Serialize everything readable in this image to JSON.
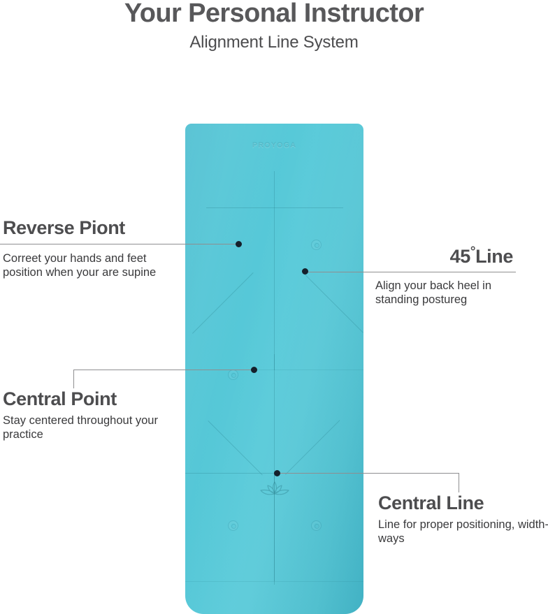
{
  "header": {
    "title": "Your Personal Instructor",
    "subtitle": "Alignment Line System"
  },
  "product": {
    "type": "yoga-mat",
    "brand_logo_text": "PROYOGA",
    "mat_color": "#52C4D4",
    "line_color": "#287D8C"
  },
  "callouts": [
    {
      "id": "reverse-point",
      "heading": "Reverse Piont",
      "body": "Correet your hands and feet position when your are supine",
      "side": "left"
    },
    {
      "id": "45-line",
      "heading": "45",
      "heading_degree": "°",
      "heading_suffix": "Line",
      "body": "Align your back heel in standing postureg",
      "side": "right"
    },
    {
      "id": "central-point",
      "heading": "Central Point",
      "body": "Stay centered throughout your practice",
      "side": "left"
    },
    {
      "id": "central-line",
      "heading": "Central Line",
      "body": "Line for proper positioning, width-ways",
      "side": "right"
    }
  ],
  "colors": {
    "heading_text": "#4d4d4f",
    "body_text": "#3a3a3c",
    "leader_line": "#8e8e90",
    "dot": "#15202b",
    "background": "#ffffff"
  }
}
